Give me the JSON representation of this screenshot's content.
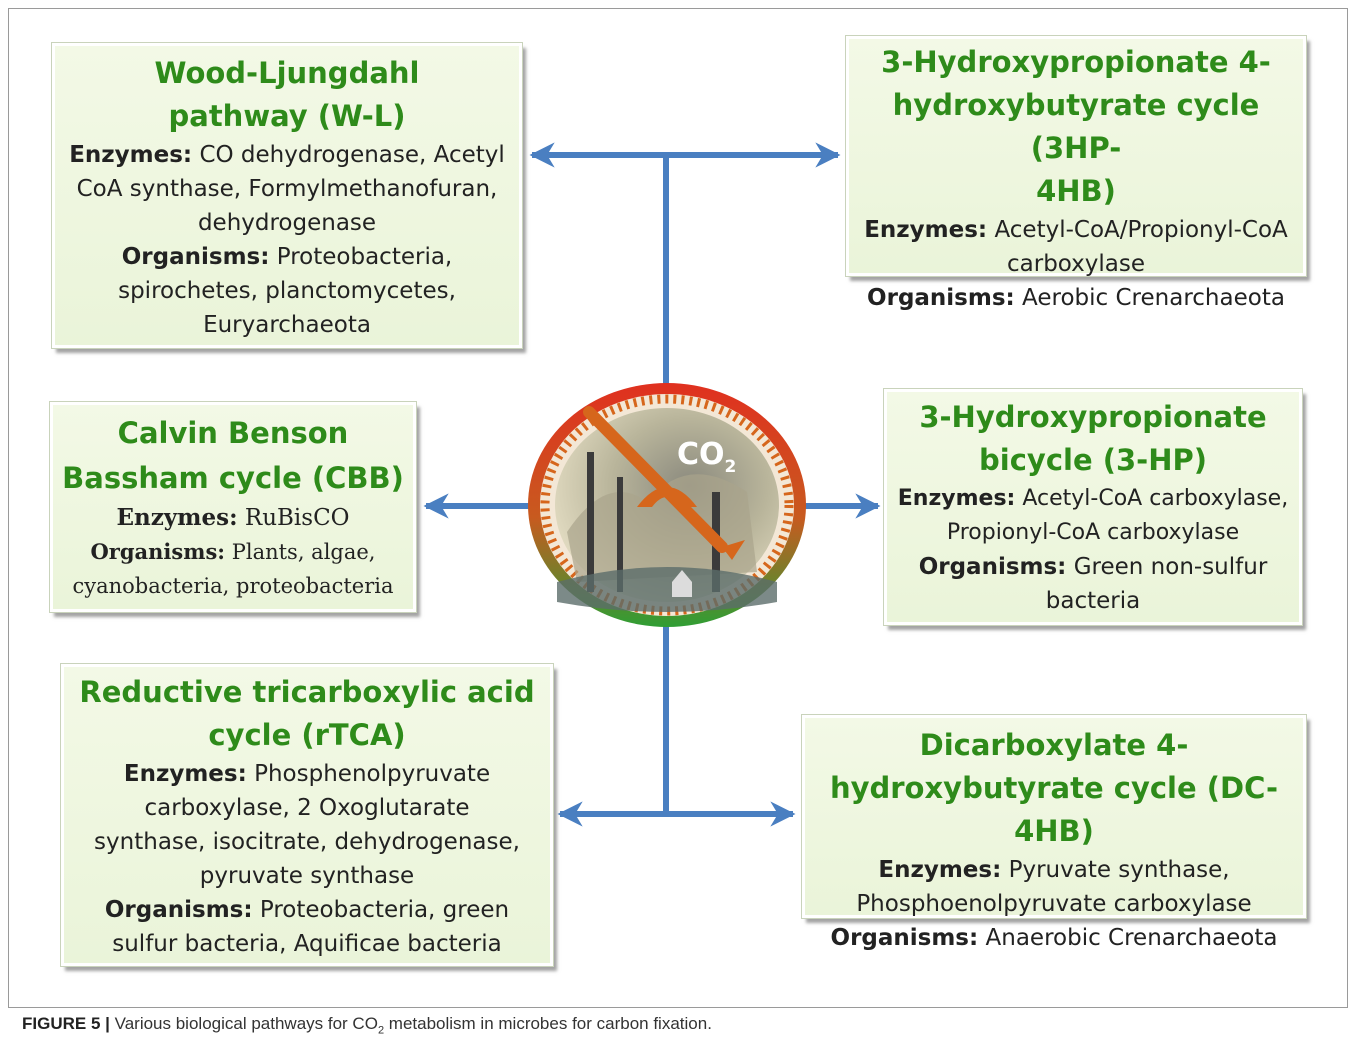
{
  "boxes": {
    "wl": {
      "title": "Wood-Ljungdahl\npathway (W-L)",
      "enzymes_label": "Enzymes:",
      "enzymes": "CO dehydrogenase, Acetyl CoA synthase, Formylmethanofuran, dehydrogenase",
      "organisms_label": "Organisms:",
      "organisms": "Proteobacteria, spirochetes, planctomycetes, Euryarchaeota"
    },
    "hp4hb": {
      "title": "3-Hydroxypropionate 4-\nhydroxybutyrate cycle (3HP-\n4HB)",
      "enzymes_label": "Enzymes:",
      "enzymes": "Acetyl-CoA/Propionyl-CoA carboxylase",
      "organisms_label": "Organisms:",
      "organisms": "Aerobic Crenarchaeota"
    },
    "cbb": {
      "title": "Calvin Benson\nBassham cycle (CBB)",
      "enzymes_label": "Enzymes:",
      "enzymes": "RuBisCO",
      "organisms_label": "Organisms:",
      "organisms": "Plants, algae, cyanobacteria, proteobacteria"
    },
    "hp": {
      "title": "3-Hydroxypropionate\nbicycle (3-HP)",
      "enzymes_label": "Enzymes:",
      "enzymes": "Acetyl-CoA carboxylase, Propionyl-CoA carboxylase",
      "organisms_label": "Organisms:",
      "organisms": "Green non-sulfur bacteria"
    },
    "rtca": {
      "title": "Reductive tricarboxylic acid\ncycle (rTCA)",
      "enzymes_label": "Enzymes:",
      "enzymes": "Phosphenolpyruvate carboxylase, 2 Oxoglutarate synthase, isocitrate, dehydrogenase, pyruvate synthase",
      "organisms_label": "Organisms:",
      "organisms": "Proteobacteria, green sulfur bacteria, Aquificae bacteria"
    },
    "dc4hb": {
      "title": "Dicarboxylate 4-\nhydroxybutyrate cycle (DC-4HB)",
      "enzymes_label": "Enzymes:",
      "enzymes": "Pyruvate synthase, Phosphoenolpyruvate carboxylase",
      "organisms_label": "Organisms:",
      "organisms": "Anaerobic Crenarchaeota"
    }
  },
  "center": {
    "co2_main": "CO",
    "co2_sub": "2"
  },
  "caption": {
    "label": "FIGURE 5 |",
    "text_before": "Various biological pathways for CO",
    "sub": "2",
    "text_after": " metabolism in microbes for carbon fixation."
  },
  "colors": {
    "title_green": "#2e8b1a",
    "arrow_blue": "#4a7fc1",
    "box_fill": "#eef6de",
    "ring_red": "#d9261c",
    "ring_green": "#3aa435",
    "gauge_orange": "#d6661c"
  }
}
